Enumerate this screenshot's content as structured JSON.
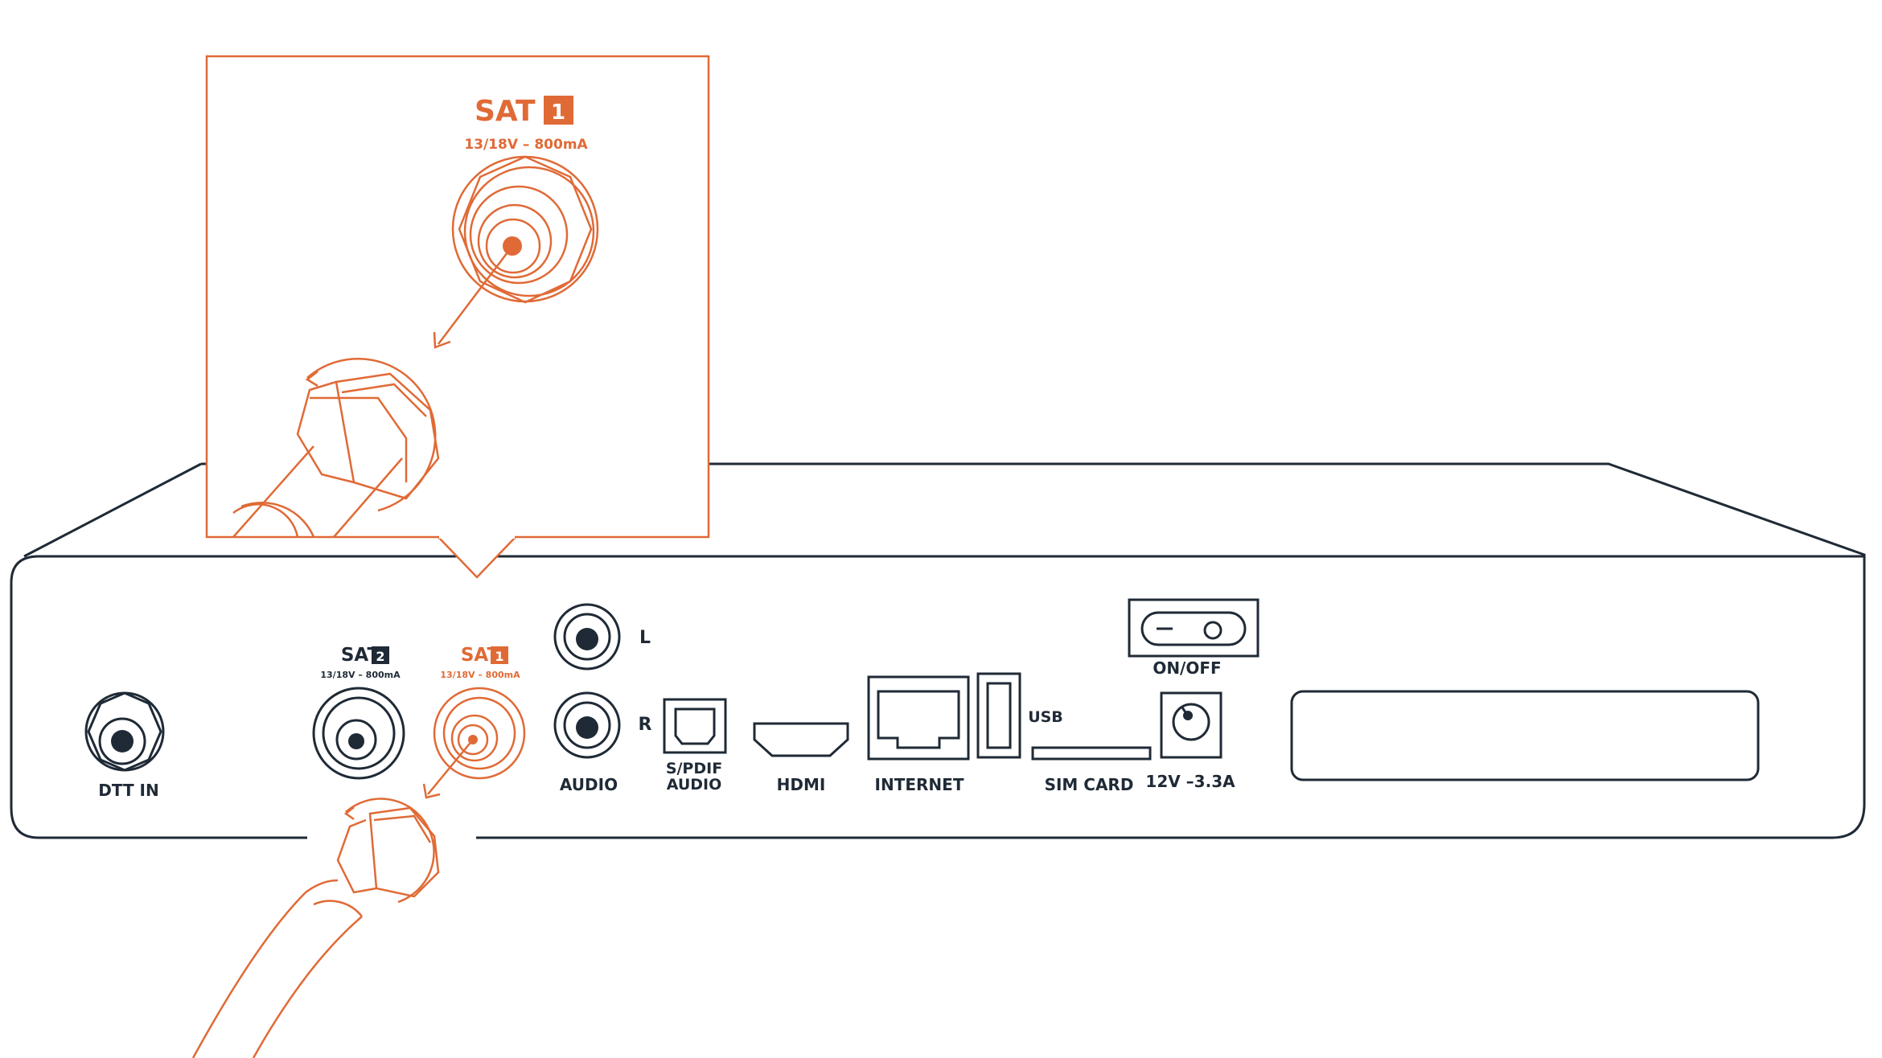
{
  "colors": {
    "accent": "#e06a36",
    "ink": "#1f2a36",
    "background": "#ffffff"
  },
  "zoom": {
    "port_label": "SAT",
    "port_number": "1",
    "spec": "13/18V – 800mA"
  },
  "ports": {
    "dtt": "DTT IN",
    "sat2": {
      "label": "SAT",
      "number": "2",
      "spec": "13/18V – 800mA"
    },
    "sat1": {
      "label": "SAT",
      "number": "1",
      "spec": "13/18V – 800mA"
    },
    "audio_l": "L",
    "audio_r": "R",
    "audio": "AUDIO",
    "spdif_line1": "S/PDIF",
    "spdif_line2": "AUDIO",
    "hdmi": "HDMI",
    "internet": "INTERNET",
    "usb": "USB",
    "sim": "SIM CARD",
    "onoff": "ON/OFF",
    "power": "12V –3.3A"
  },
  "icons": [
    "coax-connector-icon",
    "rotate-arrow-icon",
    "rca-jack-icon",
    "optical-port-icon",
    "hdmi-port-icon",
    "ethernet-port-icon",
    "usb-port-icon",
    "power-switch-icon",
    "dc-jack-icon"
  ]
}
